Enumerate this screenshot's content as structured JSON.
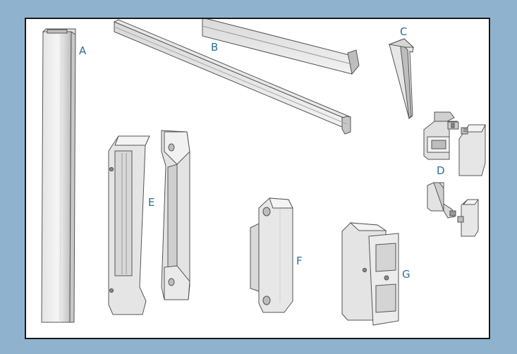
{
  "colors": {
    "background": "#8fb3cf",
    "panel": "#ffffff",
    "border": "#1a1a1a",
    "label": "#2a6f9b",
    "part_light": "#eeeeee",
    "part_mid": "#d4d4d4",
    "part_dark": "#a9a9a9",
    "outline": "#555555"
  },
  "parts": [
    {
      "label": "A",
      "depicts": "vertical-post-profile"
    },
    {
      "label": "B",
      "depicts": "horizontal-rail-profile"
    },
    {
      "label": "C",
      "depicts": "wedge-seal-strip"
    },
    {
      "label": "D",
      "depicts": "end-cap-set"
    },
    {
      "label": "E",
      "depicts": "handle-pair"
    },
    {
      "label": "F",
      "depicts": "block-bracket"
    },
    {
      "label": "G",
      "depicts": "clip-bracket"
    }
  ]
}
